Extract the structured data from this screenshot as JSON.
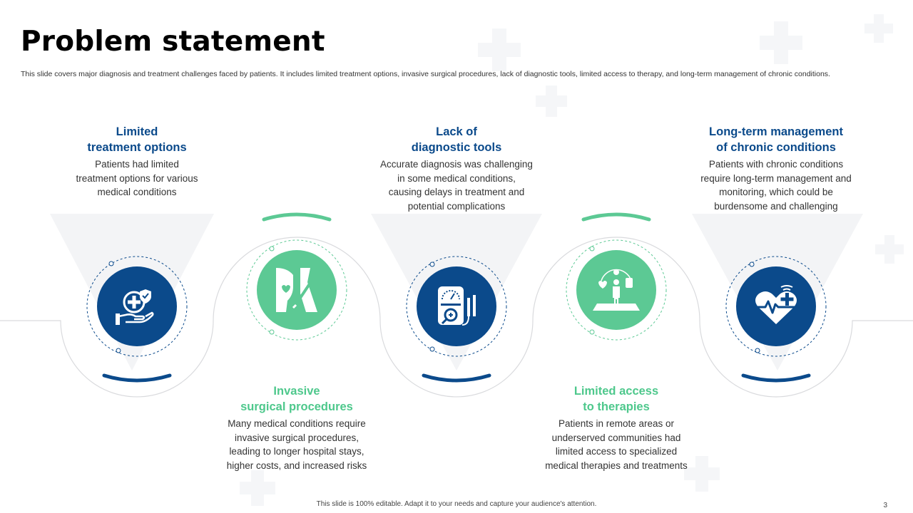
{
  "slide": {
    "title": "Problem statement",
    "subtitle": "This slide covers major diagnosis and treatment challenges faced by patients. It includes limited treatment options, invasive surgical procedures, lack of diagnostic tools, limited access to therapy, and long-term management of chronic conditions.",
    "footer": "This slide is 100% editable. Adapt it to your needs and capture your audience's attention.",
    "page_number": "3"
  },
  "colors": {
    "blue": "#0b4a8b",
    "green": "#5cc994",
    "green_text": "#4ec88c"
  },
  "items": [
    {
      "heading_line1": "Limited",
      "heading_line2": "treatment options",
      "desc": [
        "Patients had limited",
        "treatment options for various",
        "medical conditions"
      ],
      "icon": "hand-medical-cross-icon"
    },
    {
      "heading_line1": "Invasive",
      "heading_line2": "surgical procedures",
      "desc": [
        "Many medical conditions require",
        "invasive surgical procedures,",
        "leading to longer hospital stays,",
        "higher costs, and increased risks"
      ],
      "icon": "surgery-icon"
    },
    {
      "heading_line1": "Lack of",
      "heading_line2": "diagnostic tools",
      "desc": [
        "Accurate diagnosis was challenging",
        "in some medical conditions,",
        "causing delays in treatment and",
        "potential complications"
      ],
      "icon": "diagnostic-device-icon"
    },
    {
      "heading_line1": "Limited access",
      "heading_line2": "to therapies",
      "desc": [
        "Patients in remote areas or",
        "underserved communities had",
        "limited access to specialized",
        "medical therapies and treatments"
      ],
      "icon": "therapy-person-icon"
    },
    {
      "heading_line1": "Long-term management",
      "heading_line2": "of chronic conditions",
      "desc": [
        "Patients with chronic conditions",
        "require long-term management and",
        "monitoring, which could be",
        "burdensome and challenging"
      ],
      "icon": "heart-monitor-icon"
    }
  ]
}
